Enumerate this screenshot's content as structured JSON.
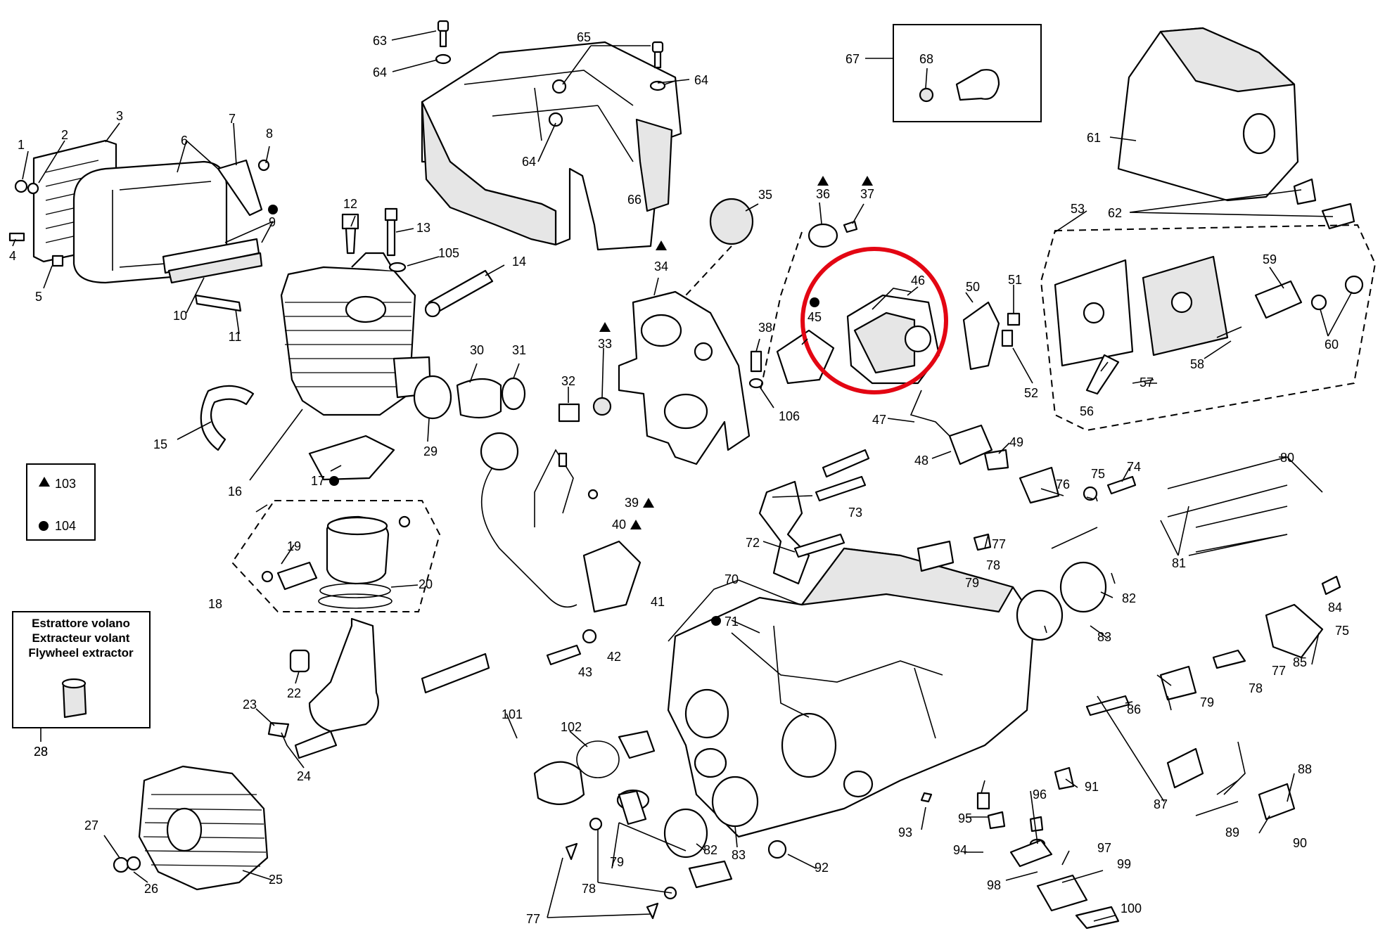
{
  "callouts": [
    {
      "n": "1"
    },
    {
      "n": "2"
    },
    {
      "n": "3"
    },
    {
      "n": "4"
    },
    {
      "n": "5"
    },
    {
      "n": "6"
    },
    {
      "n": "7"
    },
    {
      "n": "8"
    },
    {
      "n": "9"
    },
    {
      "n": "10"
    },
    {
      "n": "11"
    },
    {
      "n": "12"
    },
    {
      "n": "13"
    },
    {
      "n": "105"
    },
    {
      "n": "14"
    },
    {
      "n": "15"
    },
    {
      "n": "16"
    },
    {
      "n": "17"
    },
    {
      "n": "18"
    },
    {
      "n": "19"
    },
    {
      "n": "20"
    },
    {
      "n": "22"
    },
    {
      "n": "23"
    },
    {
      "n": "24"
    },
    {
      "n": "25"
    },
    {
      "n": "26"
    },
    {
      "n": "27"
    },
    {
      "n": "28"
    },
    {
      "n": "29"
    },
    {
      "n": "30"
    },
    {
      "n": "31"
    },
    {
      "n": "32"
    },
    {
      "n": "33"
    },
    {
      "n": "34"
    },
    {
      "n": "35"
    },
    {
      "n": "36"
    },
    {
      "n": "37"
    },
    {
      "n": "38"
    },
    {
      "n": "106"
    },
    {
      "n": "39"
    },
    {
      "n": "40"
    },
    {
      "n": "41"
    },
    {
      "n": "42"
    },
    {
      "n": "43"
    },
    {
      "n": "45"
    },
    {
      "n": "46"
    },
    {
      "n": "47"
    },
    {
      "n": "48"
    },
    {
      "n": "49"
    },
    {
      "n": "50"
    },
    {
      "n": "51"
    },
    {
      "n": "52"
    },
    {
      "n": "53"
    },
    {
      "n": "56"
    },
    {
      "n": "57"
    },
    {
      "n": "58"
    },
    {
      "n": "59"
    },
    {
      "n": "60"
    },
    {
      "n": "61"
    },
    {
      "n": "62"
    },
    {
      "n": "63"
    },
    {
      "n": "64"
    },
    {
      "n": "64"
    },
    {
      "n": "64"
    },
    {
      "n": "65"
    },
    {
      "n": "66"
    },
    {
      "n": "67"
    },
    {
      "n": "68"
    },
    {
      "n": "70"
    },
    {
      "n": "71"
    },
    {
      "n": "72"
    },
    {
      "n": "73"
    },
    {
      "n": "74"
    },
    {
      "n": "75"
    },
    {
      "n": "75"
    },
    {
      "n": "76"
    },
    {
      "n": "77"
    },
    {
      "n": "77"
    },
    {
      "n": "77"
    },
    {
      "n": "78"
    },
    {
      "n": "78"
    },
    {
      "n": "78"
    },
    {
      "n": "79"
    },
    {
      "n": "79"
    },
    {
      "n": "79"
    },
    {
      "n": "80"
    },
    {
      "n": "81"
    },
    {
      "n": "82"
    },
    {
      "n": "82"
    },
    {
      "n": "83"
    },
    {
      "n": "83"
    },
    {
      "n": "84"
    },
    {
      "n": "85"
    },
    {
      "n": "86"
    },
    {
      "n": "87"
    },
    {
      "n": "88"
    },
    {
      "n": "89"
    },
    {
      "n": "90"
    },
    {
      "n": "91"
    },
    {
      "n": "92"
    },
    {
      "n": "93"
    },
    {
      "n": "94"
    },
    {
      "n": "95"
    },
    {
      "n": "96"
    },
    {
      "n": "97"
    },
    {
      "n": "98"
    },
    {
      "n": "99"
    },
    {
      "n": "100"
    },
    {
      "n": "101"
    },
    {
      "n": "102"
    }
  ],
  "legend": {
    "triangle_label": "103",
    "circle_label": "104"
  },
  "extractor": {
    "line1": "Estrattore volano",
    "line2": "Extracteur volant",
    "line3": "Flywheel extractor",
    "number": "28"
  },
  "colors": {
    "highlight": "#e30613",
    "ink": "#000000"
  },
  "icons": [
    "triangle-marker-icon",
    "circle-marker-icon"
  ]
}
